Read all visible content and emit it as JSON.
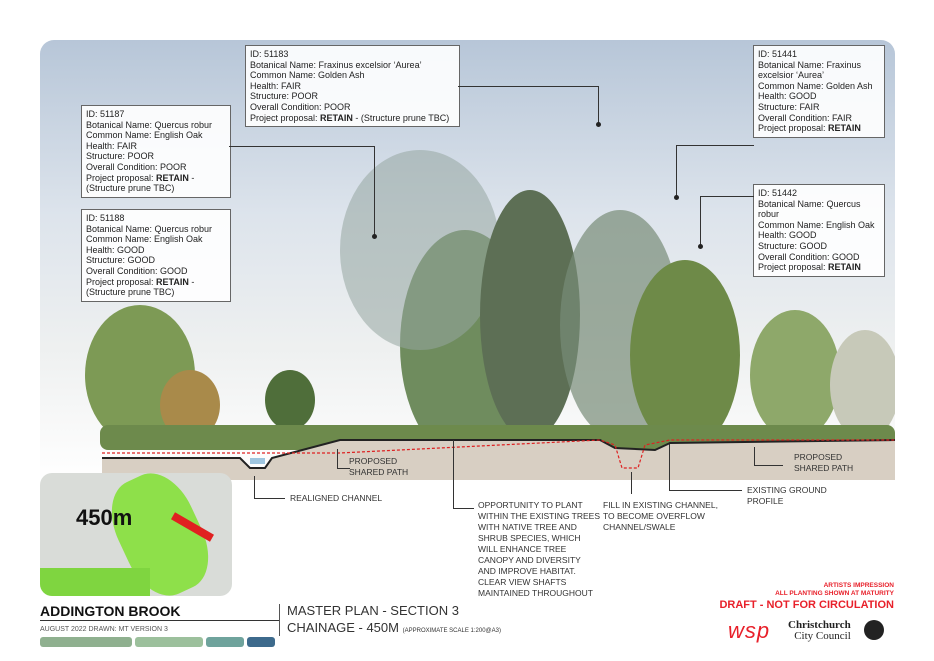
{
  "trees": [
    {
      "id": "ID: 51183",
      "lines": [
        "Botanical Name: Fraxinus excelsior ‘Aurea’",
        "Common Name: Golden Ash",
        "Health: FAIR",
        "Structure: POOR",
        "Overall Condition: POOR"
      ],
      "proposal_label": "Project proposal: ",
      "proposal": "RETAIN",
      "proposal_note": " - (Structure prune TBC)"
    },
    {
      "id": "ID: 51187",
      "lines": [
        "Botanical Name: Quercus robur",
        "Common Name: English Oak",
        "Health: FAIR",
        "Structure: POOR",
        "Overall Condition: POOR"
      ],
      "proposal_label": "Project proposal: ",
      "proposal": "RETAIN",
      "proposal_note": " - (Structure prune TBC)"
    },
    {
      "id": "ID: 51188",
      "lines": [
        "Botanical Name: Quercus robur",
        "Common Name: English Oak",
        "Health: GOOD",
        "Structure: GOOD",
        "Overall Condition: GOOD"
      ],
      "proposal_label": "Project proposal: ",
      "proposal": "RETAIN",
      "proposal_note": " - (Structure prune TBC)"
    },
    {
      "id": "ID: 51441",
      "lines": [
        "Botanical Name: Fraxinus excelsior ‘Aurea’",
        "Common Name: Golden Ash",
        "Health: GOOD",
        "Structure: FAIR",
        "Overall Condition: FAIR"
      ],
      "proposal_label": "Project proposal: ",
      "proposal": "RETAIN",
      "proposal_note": ""
    },
    {
      "id": "ID: 51442",
      "lines": [
        "Botanical Name: Quercus robur",
        "Common Name: English Oak",
        "Health: GOOD",
        "Structure: GOOD",
        "Overall Condition: GOOD"
      ],
      "proposal_label": "Project proposal: ",
      "proposal": "RETAIN",
      "proposal_note": ""
    }
  ],
  "annotations": {
    "shared_path_left": "Proposed shared path",
    "shared_path_right": "Proposed shared path",
    "realigned": "Realigned channel",
    "opportunity": "Opportunity to plant within the existing trees with native tree and shrub species, which will enhance tree canopy and diversity and improve habitat. Clear view shafts maintained throughout",
    "fill": "Fill in existing channel, to become overflow channel/swale",
    "ground": "Existing ground profile"
  },
  "inset": {
    "label": "450m"
  },
  "footer": {
    "project": "ADDINGTON BROOK",
    "meta": "AUGUST 2022 DRAWN: MT VERSION 3",
    "title": "MASTER PLAN - SECTION 3",
    "subtitle": "CHAINAGE - 450M",
    "scale": "(APPROXIMATE SCALE 1:200@A3)",
    "artists": "ARTISTS IMPRESSION",
    "planting": "ALL PLANTING SHOWN AT MATURITY",
    "draft": "DRAFT - NOT FOR CIRCULATION",
    "logo_wsp": "wsp",
    "logo_ccc_1": "Christchurch",
    "logo_ccc_2": "City Council"
  },
  "colors": {
    "draft": "#e8202a",
    "bar": [
      "#8fb08f",
      "#9cc09c",
      "#6fa39c",
      "#3d6a8c"
    ]
  }
}
